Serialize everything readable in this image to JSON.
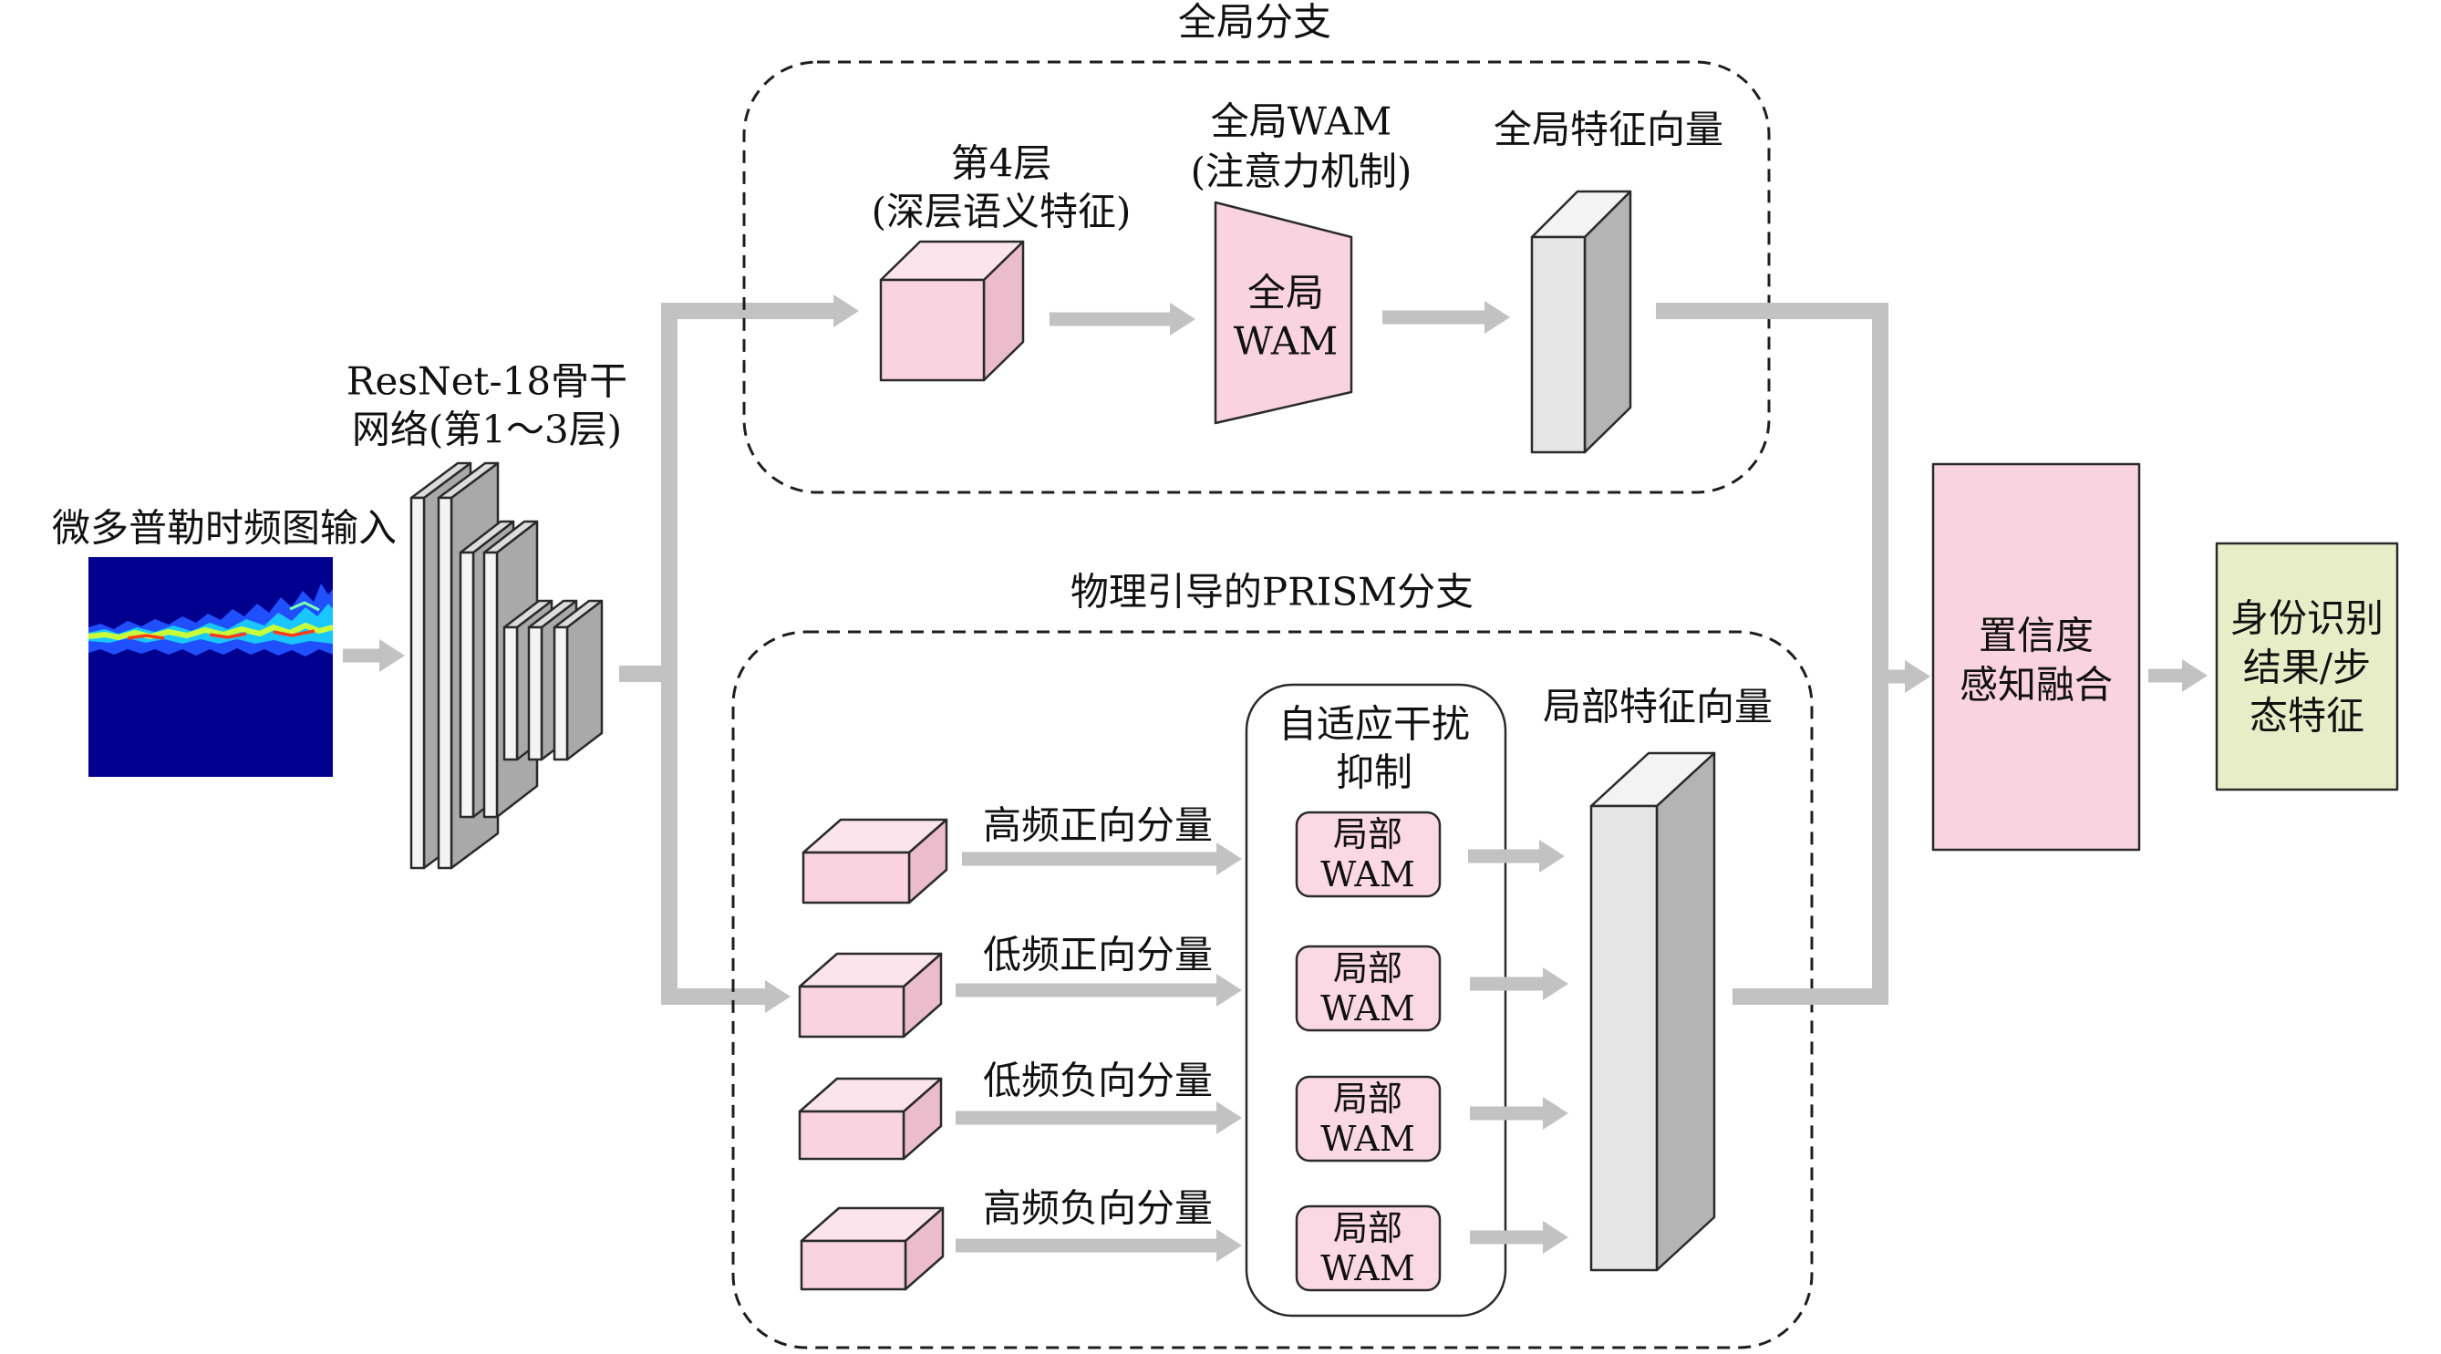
{
  "input": {
    "label": "微多普勒时频图输入"
  },
  "backbone": {
    "label_line1": "ResNet-18骨干",
    "label_line2": "网络(第1～3层)"
  },
  "global_branch": {
    "title": "全局分支",
    "layer4": {
      "label_line1": "第4层",
      "label_line2": "(深层语义特征)"
    },
    "global_wam": {
      "label_line1": "全局WAM",
      "label_line2": "(注意力机制)",
      "box_line1": "全局",
      "box_line2": "WAM"
    },
    "feature_vector": {
      "label": "全局特征向量"
    }
  },
  "prism_branch": {
    "title": "物理引导的PRISM分支",
    "components": [
      {
        "label": "高频正向分量"
      },
      {
        "label": "低频正向分量"
      },
      {
        "label": "低频负向分量"
      },
      {
        "label": "高频负向分量"
      }
    ],
    "suppression": {
      "label_line1": "自适应干扰",
      "label_line2": "抑制",
      "local_wam": [
        {
          "line1": "局部",
          "line2": "WAM"
        },
        {
          "line1": "局部",
          "line2": "WAM"
        },
        {
          "line1": "局部",
          "line2": "WAM"
        },
        {
          "line1": "局部",
          "line2": "WAM"
        }
      ]
    },
    "feature_vector": {
      "label": "局部特征向量"
    }
  },
  "fusion": {
    "line1": "置信度",
    "line2": "感知融合"
  },
  "output": {
    "line1": "身份识别",
    "line2": "结果/步",
    "line3": "态特征"
  },
  "colors": {
    "pink_front": "#f9d4e0",
    "pink_top": "#fce4ec",
    "pink_side": "#ebbccb",
    "vector_front": "#e6e6e6",
    "vector_top": "#f3f3f3",
    "vector_side": "#b4b4b4",
    "slab_front": "#f4f4f4",
    "slab_top": "#dcdcdc",
    "slab_side": "#a9a9a9",
    "wam_box_fill": "#fbd9e4",
    "fusion_fill": "#f9d3df",
    "output_fill": "#e7eec7",
    "arrow": "#c2c2c2"
  }
}
